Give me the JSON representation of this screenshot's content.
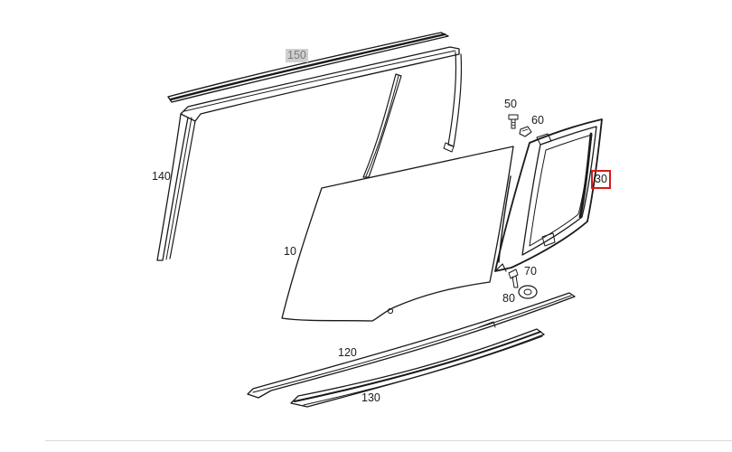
{
  "diagram": {
    "callouts": {
      "c150": "150",
      "c140": "140",
      "c10": "10",
      "c50": "50",
      "c60": "60",
      "c30": "30",
      "c70": "70",
      "c80": "80",
      "c120": "120",
      "c130": "130"
    },
    "selected_part": "30",
    "colors": {
      "line": "#1a1a1a",
      "highlight": "#d61a1a",
      "dim_label_bg": "#cfcfcf"
    }
  }
}
